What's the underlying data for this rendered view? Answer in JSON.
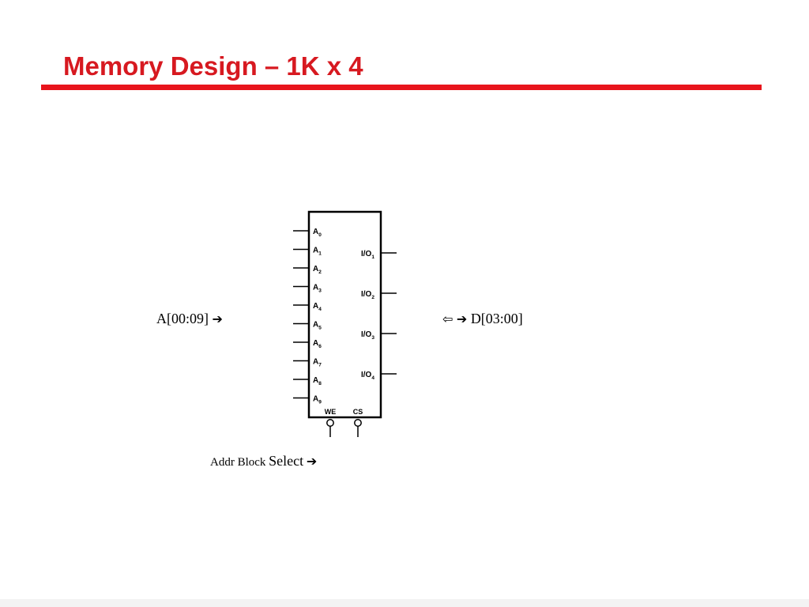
{
  "slide": {
    "title": "Memory Design – 1K x 4",
    "title_color": "#d71920",
    "rule_color": "#e8141c"
  },
  "chip": {
    "address_pins": [
      {
        "base": "A",
        "sub": "0"
      },
      {
        "base": "A",
        "sub": "1"
      },
      {
        "base": "A",
        "sub": "2"
      },
      {
        "base": "A",
        "sub": "3"
      },
      {
        "base": "A",
        "sub": "4"
      },
      {
        "base": "A",
        "sub": "5"
      },
      {
        "base": "A",
        "sub": "6"
      },
      {
        "base": "A",
        "sub": "7"
      },
      {
        "base": "A",
        "sub": "8"
      },
      {
        "base": "A",
        "sub": "9"
      }
    ],
    "io_pins": [
      {
        "base": "I/O",
        "sub": "1"
      },
      {
        "base": "I/O",
        "sub": "2"
      },
      {
        "base": "I/O",
        "sub": "3"
      },
      {
        "base": "I/O",
        "sub": "4"
      }
    ],
    "control_pins": [
      "WE",
      "CS"
    ]
  },
  "annotations": {
    "address_bus": "A[00:09]",
    "address_arrow": "➔",
    "data_left_arrow": "⇦",
    "data_right_arrow": "➔",
    "data_bus": "D[03:00]",
    "select_small": "Addr Block",
    "select_big": "Select",
    "select_arrow": "➔"
  },
  "icons": [
    "right-arrow-icon",
    "left-arrow-icon"
  ]
}
